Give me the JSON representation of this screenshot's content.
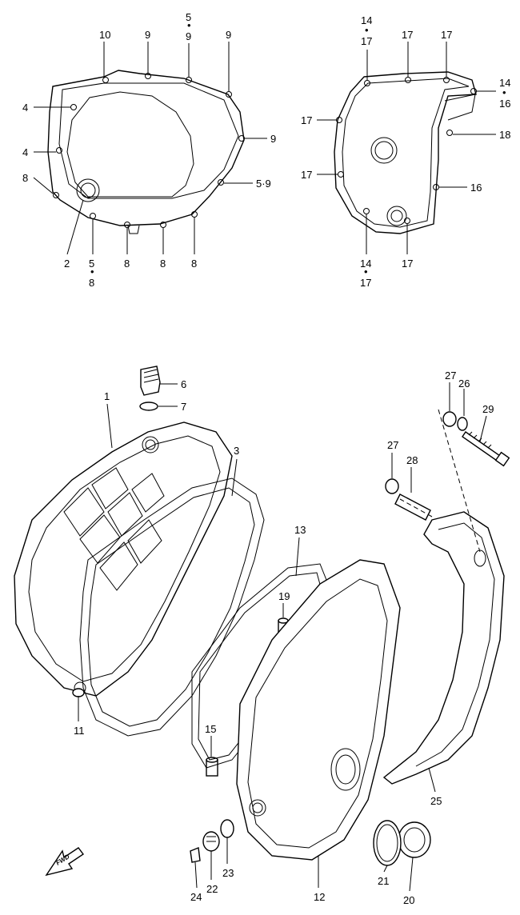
{
  "callouts": {
    "c1": "1",
    "c2": "2",
    "c3": "3",
    "c4a": "4",
    "c4b": "4",
    "c5_8_top": "5",
    "c5_8_bot": "8",
    "c5_9_top": "5",
    "c5_9_bot": "9",
    "c5_9_side": "5·9",
    "c6": "6",
    "c7": "7",
    "c8a": "8",
    "c8b": "8",
    "c8c": "8",
    "c8d": "8",
    "c9a": "9",
    "c9b": "9",
    "c9c": "9",
    "c10": "10",
    "c11": "11",
    "c12": "12",
    "c13": "13",
    "c14_17a_top": "14",
    "c14_17a_bot": "17",
    "c14_16_top": "14",
    "c14_16_bot": "16",
    "c14_17b_top": "14",
    "c14_17b_bot": "17",
    "c15": "15",
    "c16": "16",
    "c17a": "17",
    "c17b": "17",
    "c17c": "17",
    "c17d": "17",
    "c17e": "17",
    "c18": "18",
    "c19": "19",
    "c20": "20",
    "c21": "21",
    "c22": "22",
    "c23": "23",
    "c24": "24",
    "c25": "25",
    "c26": "26",
    "c27a": "27",
    "c27b": "27",
    "c28": "28",
    "c29": "29"
  },
  "fwd_label": "FWD"
}
